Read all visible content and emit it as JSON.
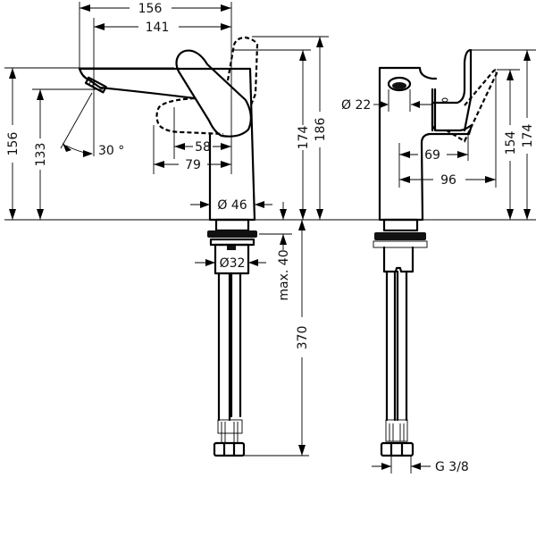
{
  "drawing": {
    "side_view": {
      "spout_reach_total": "156",
      "spout_reach_aerator": "141",
      "spout_height": "156",
      "aerator_height": "133",
      "spray_angle": "30 °",
      "lever_reach_closed": "58",
      "lever_reach_open": "79",
      "body_diameter": "Ø 46",
      "total_height": "174",
      "height_lever_open": "186",
      "mounting_diameter": "Ø32",
      "max_deck_thickness": "max. 40",
      "hose_length": "370"
    },
    "front_view": {
      "aerator_diameter": "Ø 22",
      "lever_depth_closed": "69",
      "lever_depth_open": "96",
      "lever_height": "154",
      "total_height": "174",
      "connection_thread": "G 3/8"
    }
  },
  "colors": {
    "line": "#000000",
    "background": "#ffffff"
  }
}
